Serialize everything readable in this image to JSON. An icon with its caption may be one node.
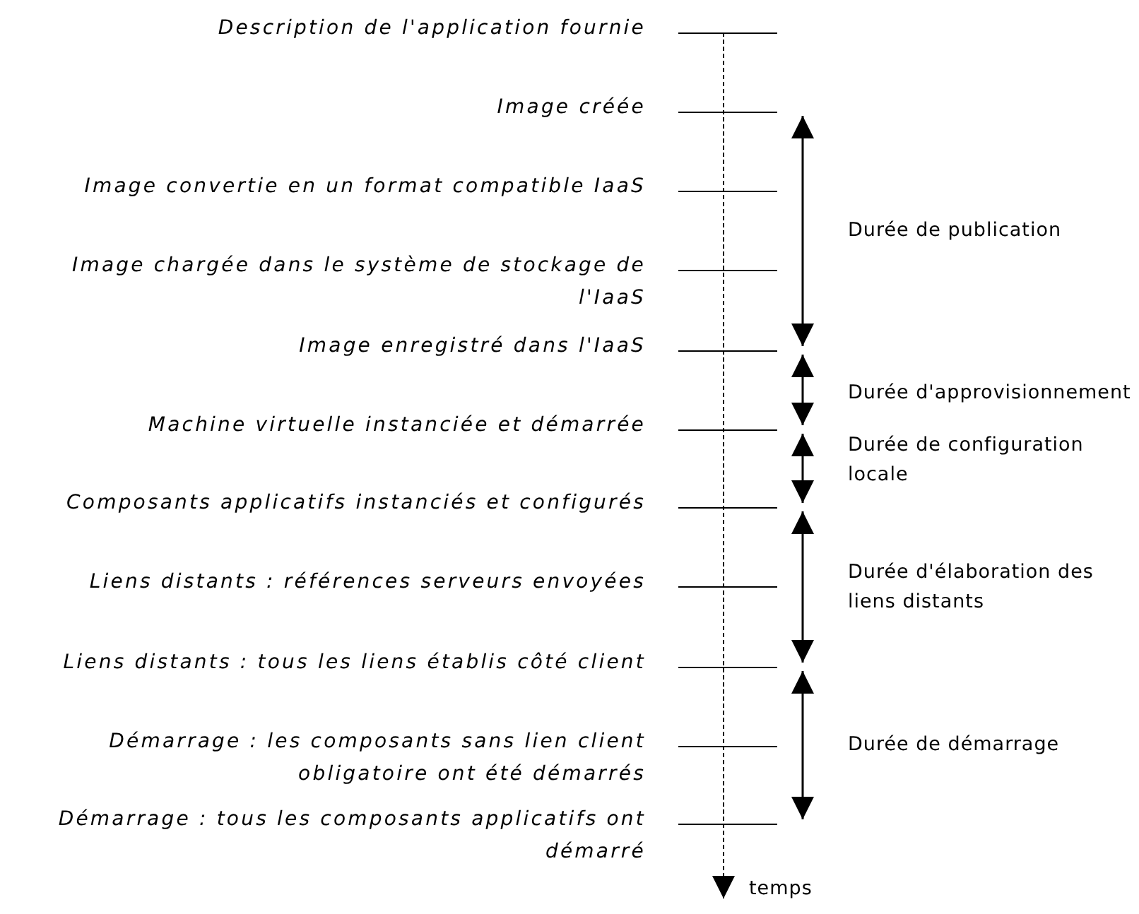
{
  "diagram": {
    "nodes": [
      {
        "text": [
          "Description de l'application fournie"
        ]
      },
      {
        "text": [
          "Image créée"
        ]
      },
      {
        "text": [
          "Image convertie en un format compatible IaaS"
        ]
      },
      {
        "text": [
          "Image chargée dans le système de stockage de l'IaaS"
        ]
      },
      {
        "text": [
          "Image enregistré dans l'IaaS"
        ]
      },
      {
        "text": [
          "Machine virtuelle instanciée et démarrée"
        ]
      },
      {
        "text": [
          "Composants applicatifs instanciés et configurés"
        ]
      },
      {
        "text": [
          "Liens distants : références serveurs envoyées"
        ]
      },
      {
        "text": [
          "Liens distants : tous les liens établis côté client"
        ]
      },
      {
        "text": [
          "Démarrage : les composants sans lien client obligatoire ont été démarrés"
        ]
      },
      {
        "text": [
          "Démarrage : tous les composants applicatifs ont démarré"
        ]
      },
      {
        "text": [
          "temps"
        ]
      }
    ],
    "edges": [
      {
        "from": 1,
        "to": 4,
        "arrow": "both",
        "label": "Durée de publication"
      },
      {
        "from": 4,
        "to": 5,
        "arrow": "both",
        "label": "Durée d'approvisionnement"
      },
      {
        "from": 5,
        "to": 6,
        "arrow": "both",
        "label": "Durée de configuration locale"
      },
      {
        "from": 6,
        "to": 8,
        "arrow": "both",
        "label": "Durée d'élaboration des liens distants"
      },
      {
        "from": 8,
        "to": 10,
        "arrow": "both",
        "label": "Durée de démarrage"
      },
      {
        "from": 0,
        "to": 11,
        "arrow": "to",
        "style": "dashed"
      }
    ]
  }
}
